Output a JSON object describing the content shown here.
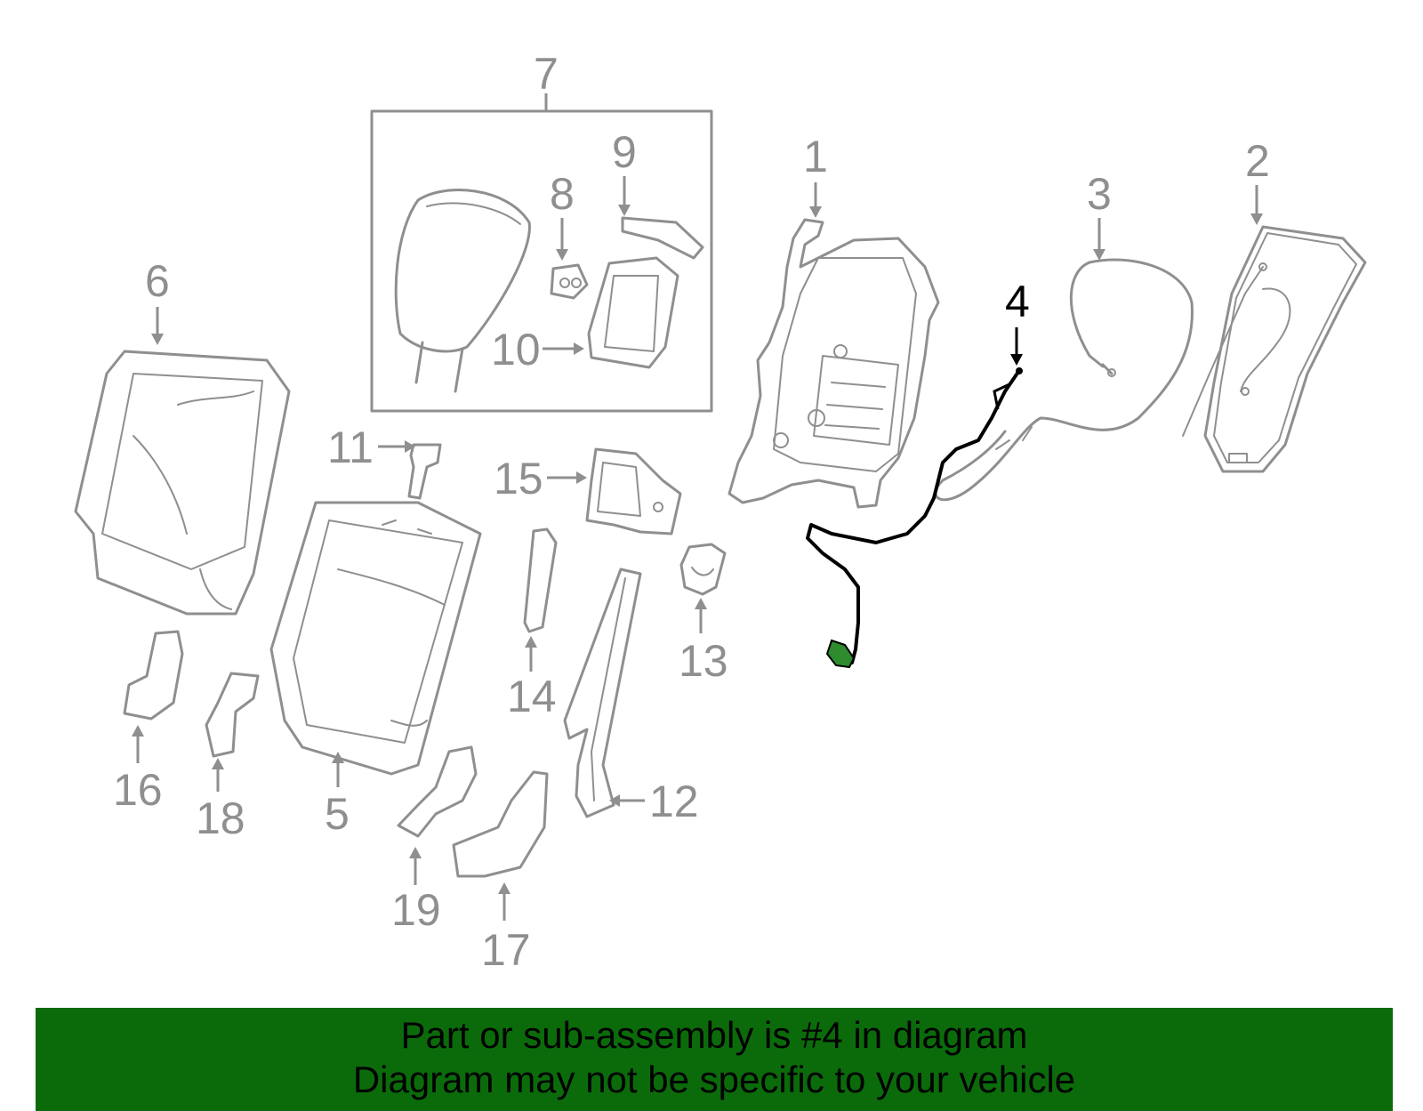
{
  "diagram": {
    "callouts": {
      "c1": "1",
      "c2": "2",
      "c3": "3",
      "c4": "4",
      "c5": "5",
      "c6": "6",
      "c7": "7",
      "c8": "8",
      "c9": "9",
      "c10": "10",
      "c11": "11",
      "c12": "12",
      "c13": "13",
      "c14": "14",
      "c15": "15",
      "c16": "16",
      "c17": "17",
      "c18": "18",
      "c19": "19"
    },
    "highlighted_part": "4",
    "colors": {
      "part_stroke": "#8f8f8f",
      "highlight_stroke": "#000000",
      "connector_green": "#2e8b2e"
    }
  },
  "banner": {
    "line1": "Part or sub-assembly is #4 in diagram",
    "line2": "Diagram may not be specific to your vehicle",
    "background": "#0b6b0b"
  }
}
